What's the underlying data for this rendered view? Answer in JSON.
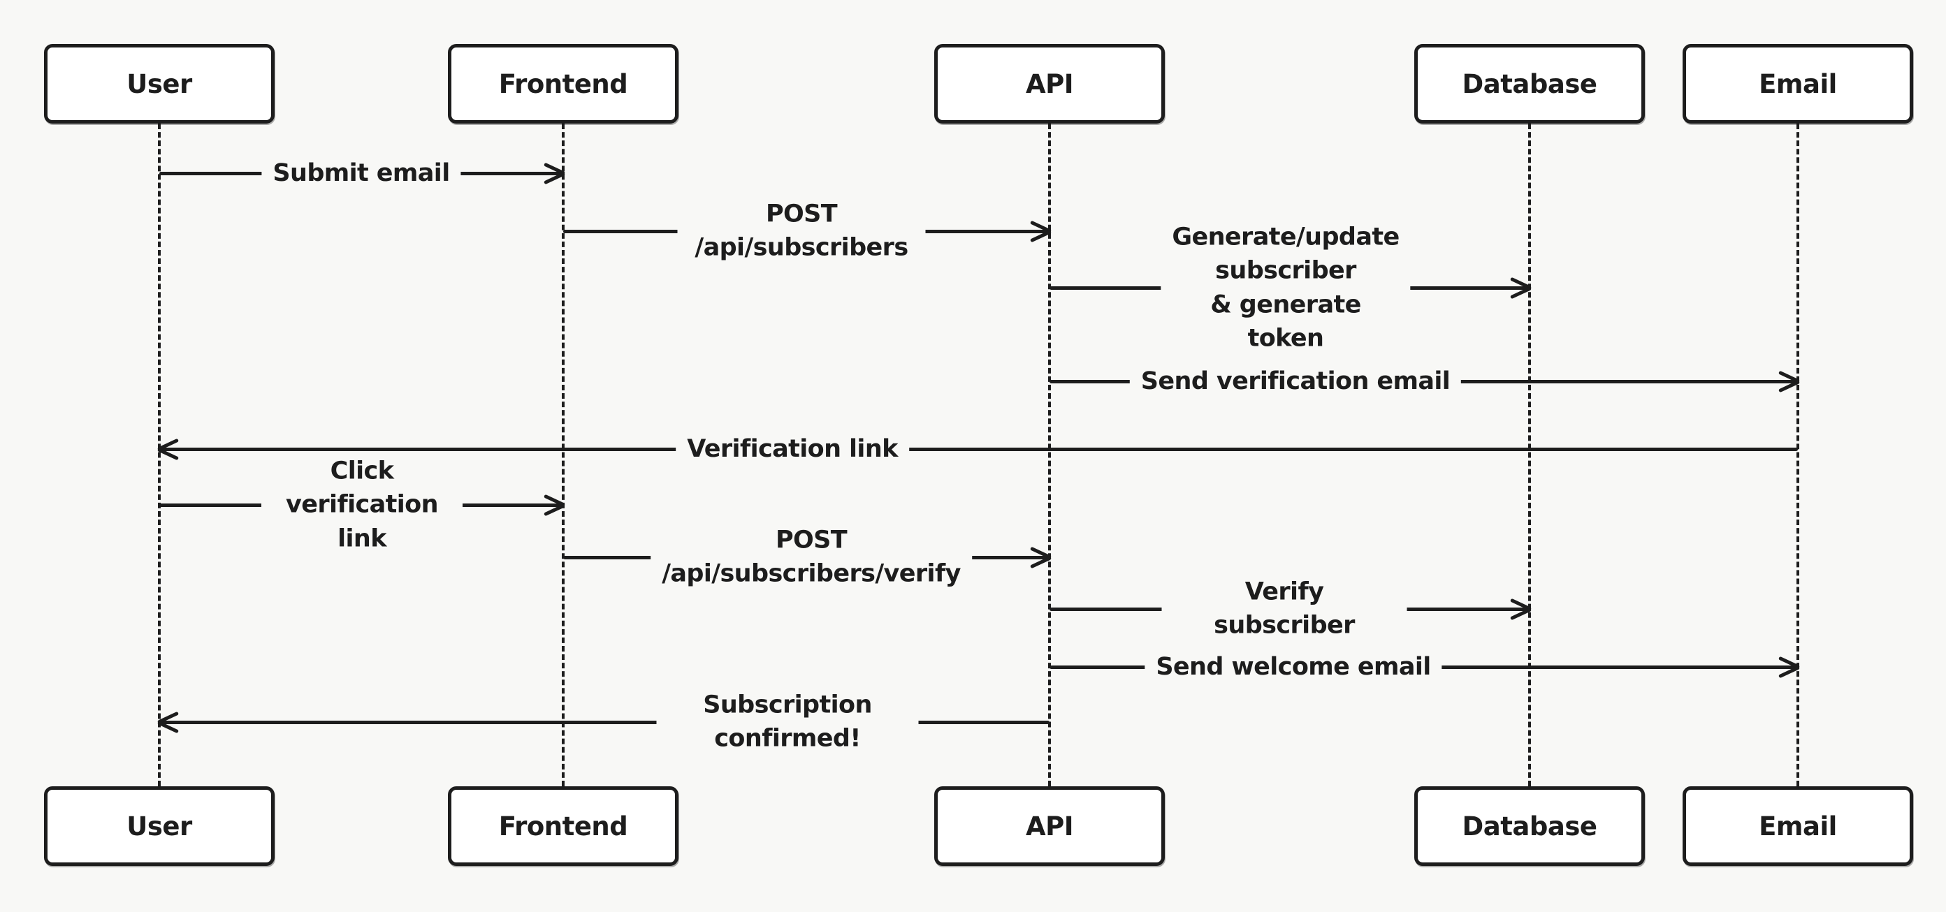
{
  "diagram": {
    "kind": "sequence-diagram",
    "style": "hand-drawn",
    "colors": {
      "background": "#f8f8f6",
      "ink": "#1d1d1d",
      "actor_fill": "#ffffff"
    },
    "actors": [
      {
        "name": "User"
      },
      {
        "name": "Frontend"
      },
      {
        "name": "API"
      },
      {
        "name": "Database"
      },
      {
        "name": "Email"
      }
    ],
    "messages": [
      {
        "from": "User",
        "to": "Frontend",
        "label": "Submit email"
      },
      {
        "from": "Frontend",
        "to": "API",
        "label": "POST /api/subscribers"
      },
      {
        "from": "API",
        "to": "Database",
        "label": "Generate/update subscriber\n& generate token"
      },
      {
        "from": "API",
        "to": "Email",
        "label": "Send verification email"
      },
      {
        "from": "Email",
        "to": "User",
        "label": "Verification link"
      },
      {
        "from": "User",
        "to": "Frontend",
        "label": "Click verification link"
      },
      {
        "from": "Frontend",
        "to": "API",
        "label": "POST /api/subscribers/verify"
      },
      {
        "from": "API",
        "to": "Database",
        "label": "Verify subscriber"
      },
      {
        "from": "API",
        "to": "Email",
        "label": "Send welcome email"
      },
      {
        "from": "API",
        "to": "User",
        "label": "Subscription confirmed!"
      }
    ]
  }
}
